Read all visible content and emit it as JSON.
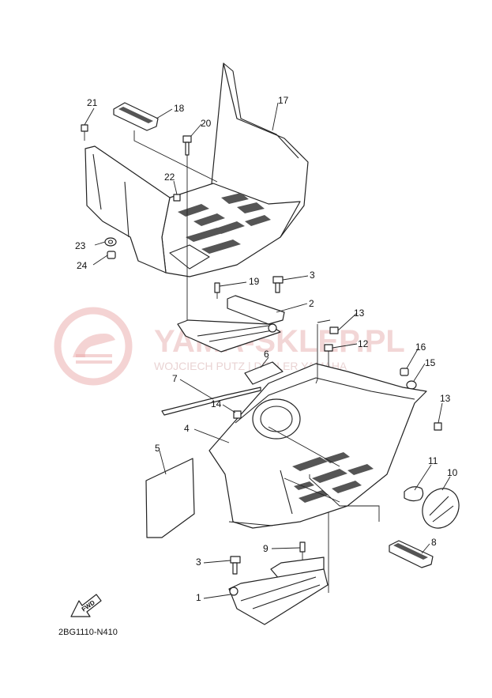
{
  "watermark": {
    "title": "YAMA-SKLEP.PL",
    "subtitle": "WOJCIECH PUTZ | DEALER YAMAHA",
    "color": "#e9a8a8"
  },
  "fwd_label": "FWD",
  "diagram_code": "2BG1110-N410",
  "callouts": [
    "1",
    "2",
    "3",
    "3",
    "4",
    "5",
    "6",
    "7",
    "8",
    "9",
    "10",
    "11",
    "12",
    "13",
    "13",
    "14",
    "15",
    "16",
    "17",
    "18",
    "19",
    "20",
    "21",
    "22",
    "23",
    "24"
  ]
}
